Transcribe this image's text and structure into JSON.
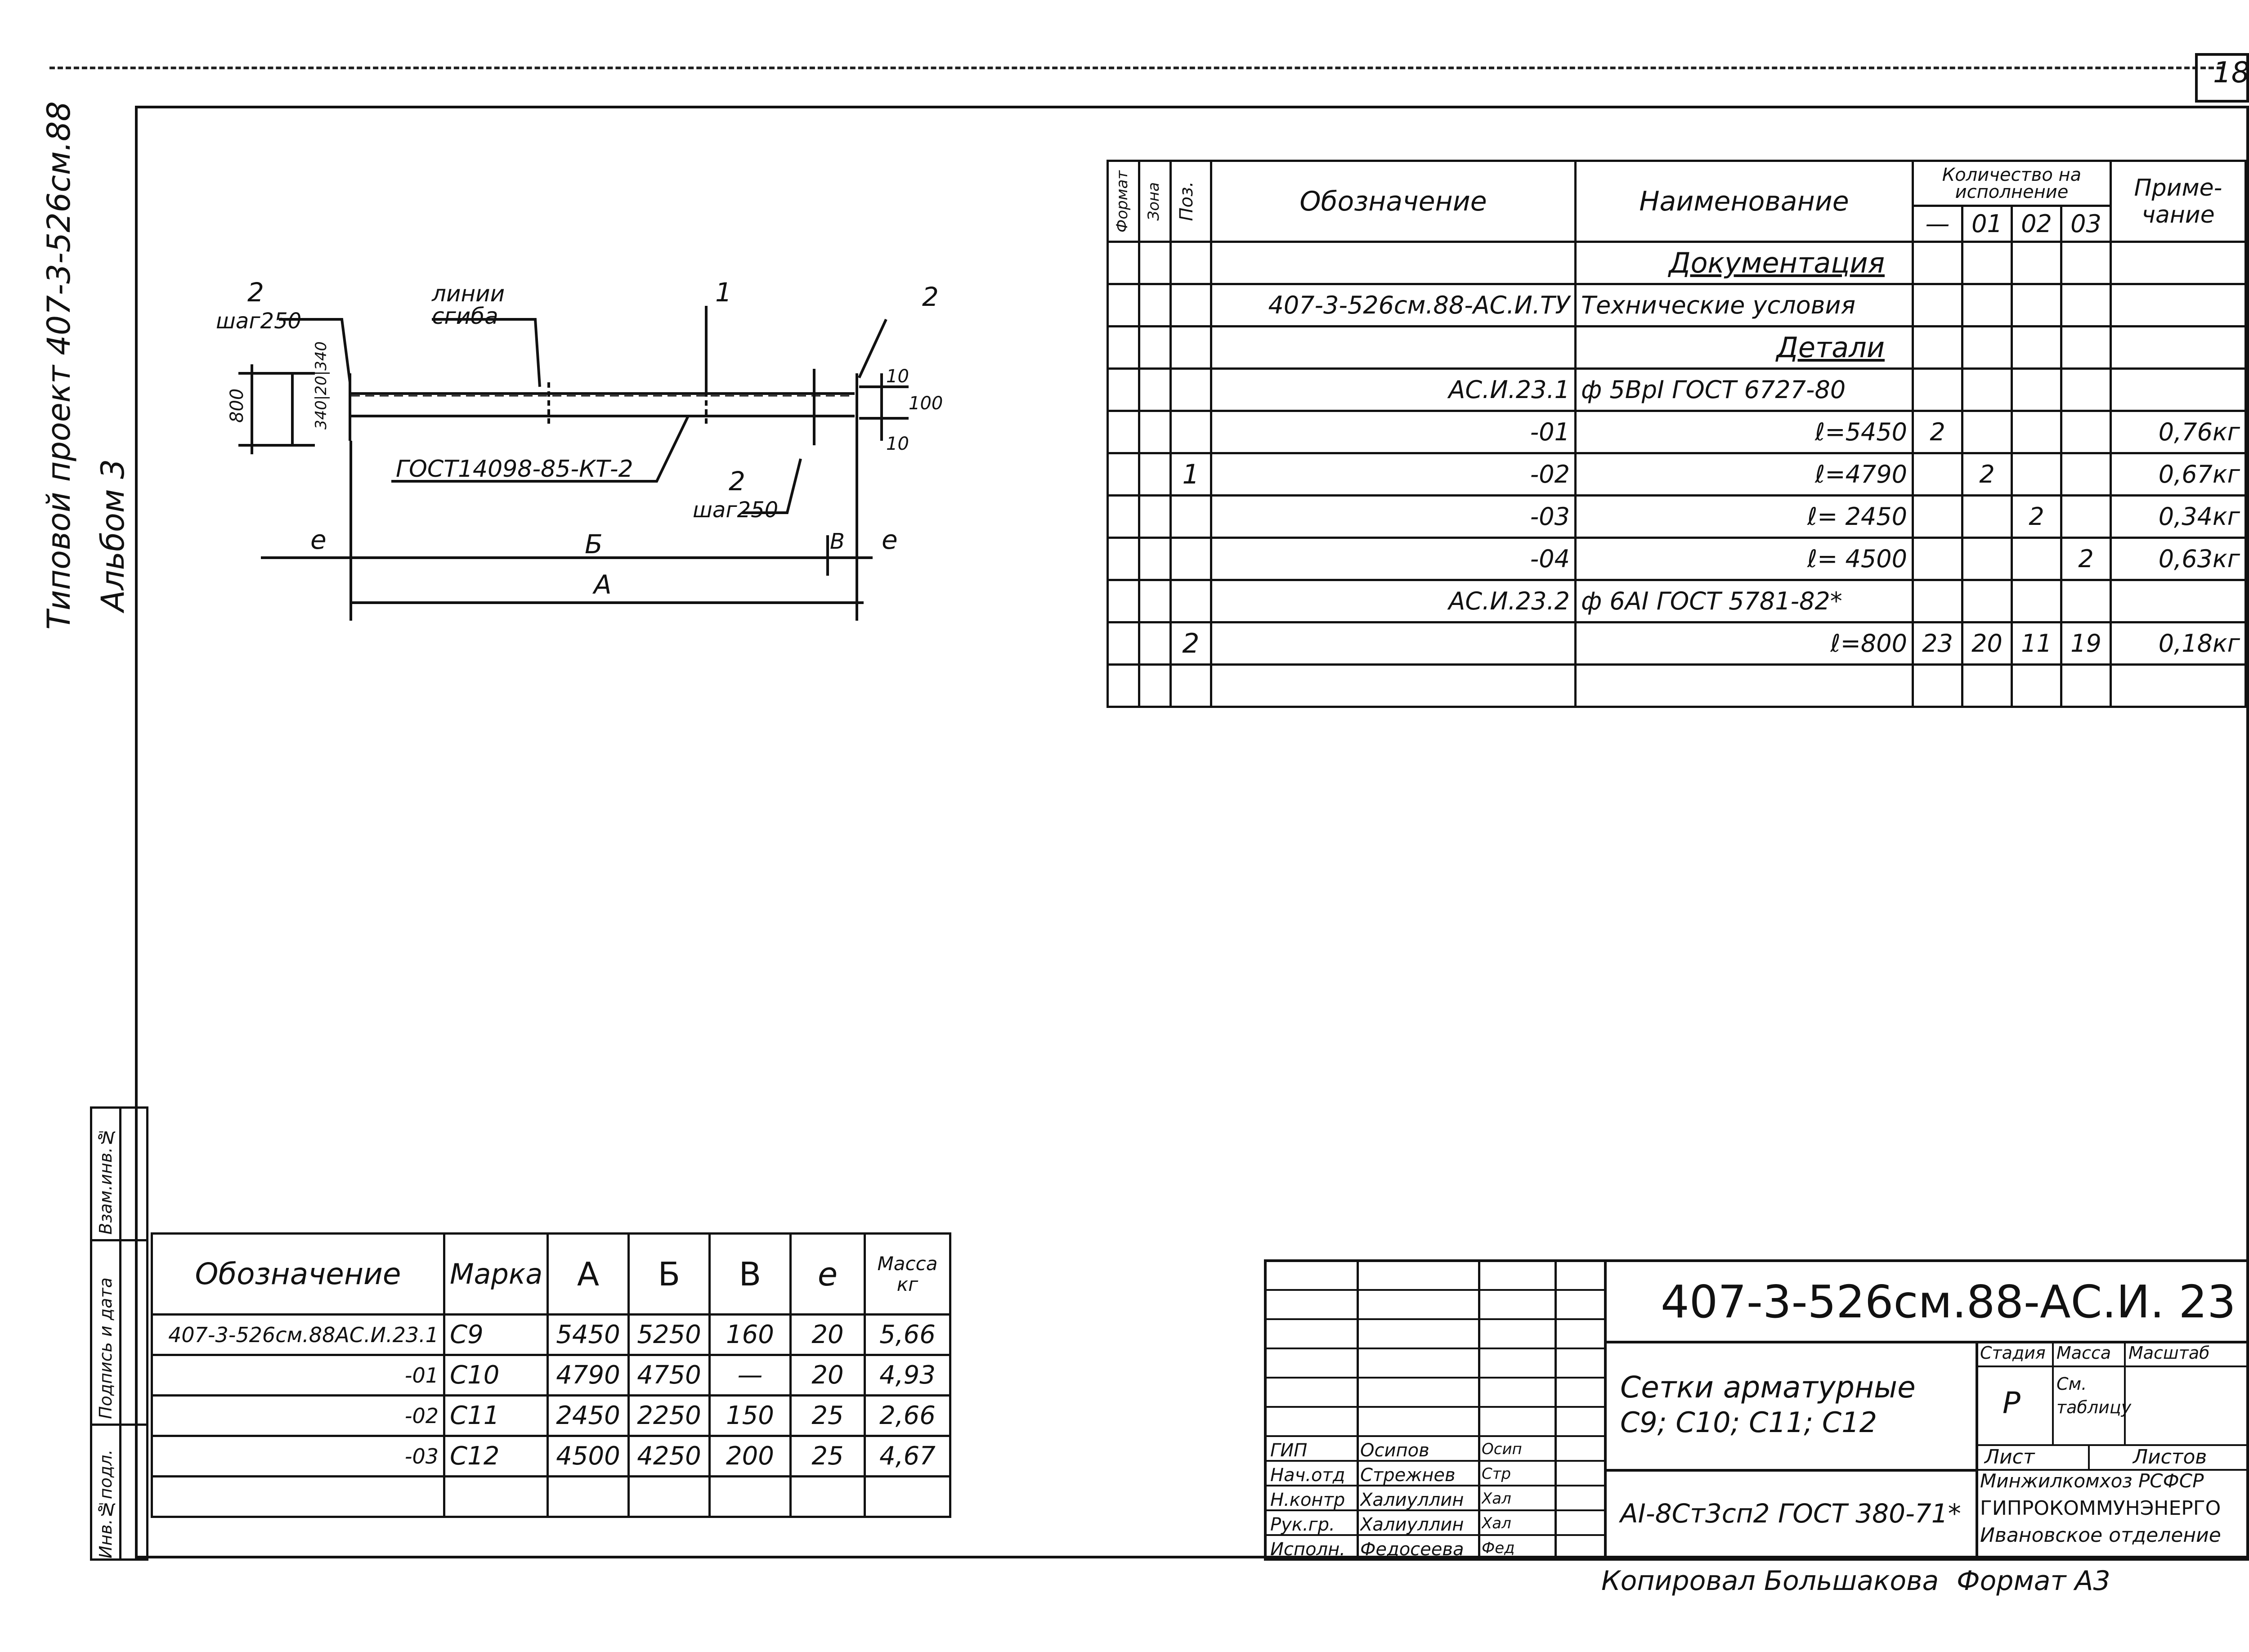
{
  "sheet_number": "18",
  "left_margin": {
    "project_title": "Типовой проект 407-3-526см.88",
    "album": "Альбом 3"
  },
  "stamp_strip": {
    "inv_no": "Инв.№подл.",
    "sign_date": "Подпись и дата",
    "vzam_inv": "Взам.инв.№"
  },
  "drawing": {
    "label_2_left": "2",
    "step_left": "шаг250",
    "bend_lines": "линии",
    "bend_lines_2": "сгиба",
    "label_1": "1",
    "label_2_right": "2",
    "dim_800": "800",
    "dim_340": "340|20|340",
    "dim_10_top": "10",
    "dim_100": "100",
    "dim_10_bot": "10",
    "gost_weld": "ГОСТ14098-85-КТ-2",
    "label_2_mid": "2",
    "step_mid": "шаг250",
    "dim_e_left": "е",
    "dim_B": "Б",
    "dim_V": "В",
    "dim_e_right": "е",
    "dim_A": "А"
  },
  "spec_table": {
    "headers": {
      "format": "Формат",
      "zone": "Зона",
      "pos": "Поз.",
      "designation": "Обозначение",
      "name": "Наименование",
      "qty_group": "Количество на исполнение",
      "qty_cols": [
        "—",
        "01",
        "02",
        "03"
      ],
      "note": "Приме-чание"
    },
    "rows": [
      {
        "pos": "",
        "designation": "",
        "name": "Документация",
        "q": [
          "",
          "",
          "",
          ""
        ],
        "note": "",
        "section": true
      },
      {
        "pos": "",
        "designation": "407-3-526см.88-АС.И.ТУ",
        "name": "Технические условия",
        "q": [
          "",
          "",
          "",
          ""
        ],
        "note": ""
      },
      {
        "pos": "",
        "designation": "",
        "name": "Детали",
        "q": [
          "",
          "",
          "",
          ""
        ],
        "note": "",
        "section": true
      },
      {
        "pos": "",
        "designation": "АС.И.23.1",
        "name": "ф 5ВрI ГОСТ 6727-80",
        "q": [
          "",
          "",
          "",
          ""
        ],
        "note": ""
      },
      {
        "pos": "",
        "designation": "-01",
        "name": "ℓ=5450",
        "q": [
          "2",
          "",
          "",
          ""
        ],
        "note": "0,76кг"
      },
      {
        "pos": "1",
        "designation": "-02",
        "name": "ℓ=4790",
        "q": [
          "",
          "2",
          "",
          ""
        ],
        "note": "0,67кг"
      },
      {
        "pos": "",
        "designation": "-03",
        "name": "ℓ= 2450",
        "q": [
          "",
          "",
          "2",
          ""
        ],
        "note": "0,34кг"
      },
      {
        "pos": "",
        "designation": "-04",
        "name": "ℓ= 4500",
        "q": [
          "",
          "",
          "",
          "2"
        ],
        "note": "0,63кг"
      },
      {
        "pos": "",
        "designation": "АС.И.23.2",
        "name": "ф 6АI ГОСТ 5781-82*",
        "q": [
          "",
          "",
          "",
          ""
        ],
        "note": ""
      },
      {
        "pos": "2",
        "designation": "",
        "name": "ℓ=800",
        "q": [
          "23",
          "20",
          "11",
          "19"
        ],
        "note": "0,18кг"
      },
      {
        "pos": "",
        "designation": "",
        "name": "",
        "q": [
          "",
          "",
          "",
          ""
        ],
        "note": ""
      }
    ]
  },
  "marks_table": {
    "headers": [
      "Обозначение",
      "Марка",
      "А",
      "Б",
      "В",
      "е",
      "Масса кг"
    ],
    "rows": [
      [
        "407-3-526см.88АС.И.23.1",
        "С9",
        "5450",
        "5250",
        "160",
        "20",
        "5,66"
      ],
      [
        "-01",
        "С10",
        "4790",
        "4750",
        "—",
        "20",
        "4,93"
      ],
      [
        "-02",
        "С11",
        "2450",
        "2250",
        "150",
        "25",
        "2,66"
      ],
      [
        "-03",
        "С12",
        "4500",
        "4250",
        "200",
        "25",
        "4,67"
      ],
      [
        "",
        "",
        "",
        "",
        "",
        "",
        ""
      ]
    ]
  },
  "title_block": {
    "code": "407-3-526см.88-АС.И. 23",
    "title_line1": "Сетки арматурные",
    "title_line2": "С9; С10; С11; С12",
    "material": "АI-8Ст3сп2 ГОСТ 380-71*",
    "stage_label": "Стадия",
    "mass_label": "Масса",
    "scale_label": "Масштаб",
    "stage_value": "Р",
    "mass_value": "См. таблицу",
    "sheet_label": "Лист",
    "sheets_label": "Листов",
    "org1": "Минжилкомхоз РСФСР",
    "org2": "ГИПРОКОММУНЭНЕРГО",
    "org3": "Ивановское отделение",
    "signatures": [
      {
        "role": "ГИП",
        "name": "Осипов",
        "sign": "Осип"
      },
      {
        "role": "Нач.отд",
        "name": "Стрежнев",
        "sign": "Стр"
      },
      {
        "role": "Н.контр",
        "name": "Халиуллин",
        "sign": "Хал"
      },
      {
        "role": "Рук.гр.",
        "name": "Халиуллин",
        "sign": "Хал"
      },
      {
        "role": "Исполн.",
        "name": "Федосеева",
        "sign": "Фед"
      }
    ]
  },
  "footer": {
    "copied": "Копировал Большакова",
    "format": "Формат А3"
  }
}
